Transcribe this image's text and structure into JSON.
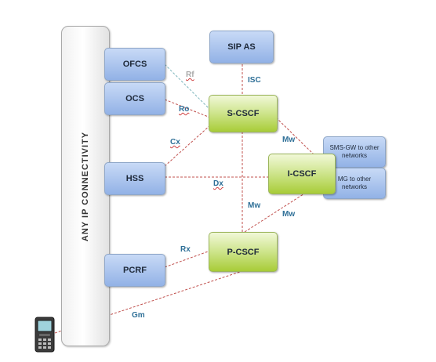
{
  "bar": {
    "label": "ANY IP CONNECTIVITY"
  },
  "nodes": {
    "sip_as": "SIP AS",
    "ofcs": "OFCS",
    "ocs": "OCS",
    "hss": "HSS",
    "pcrf": "PCRF",
    "s_cscf": "S-CSCF",
    "i_cscf": "I-CSCF",
    "p_cscf": "P-CSCF",
    "sms_gw": "SMS-GW to other networks",
    "mg": "MG to other networks"
  },
  "interfaces": {
    "rf": "Rf",
    "isc": "ISC",
    "ro": "Ro",
    "cx": "Cx",
    "dx": "Dx",
    "mw_top": "Mw",
    "mw_mid": "Mw",
    "mw_right": "Mw",
    "rx": "Rx",
    "gm": "Gm"
  },
  "colors": {
    "link": "#c0504d",
    "rf_link": "#7fb6bd",
    "label": "#2e6f97",
    "blue_node": "#92b2e6",
    "green_node": "#a8cc38"
  },
  "icons": {
    "phone": "mobile-phone-icon"
  }
}
